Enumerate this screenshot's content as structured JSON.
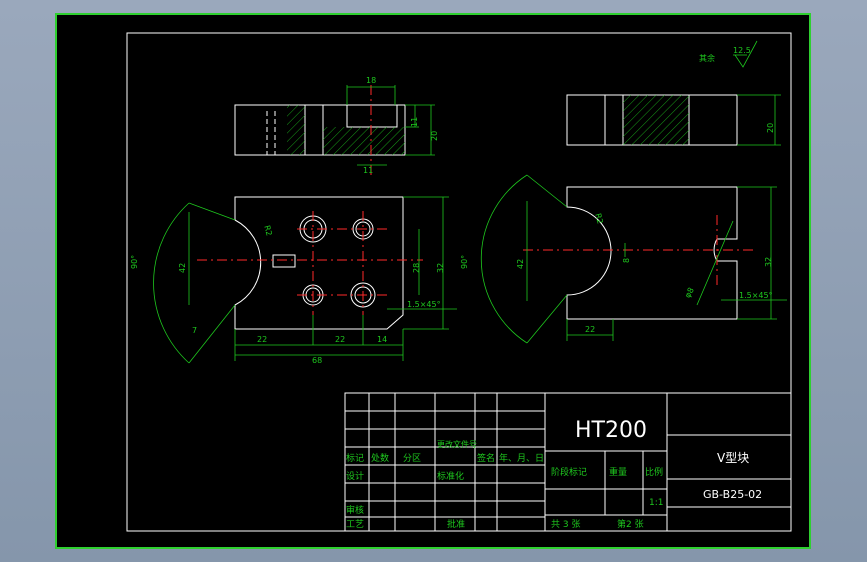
{
  "title_block": {
    "material": "HT200",
    "part_name": "V型块",
    "drawing_number": "GB-B25-02",
    "scale": "1:1",
    "sheets_total": "共 3 张",
    "sheet_number": "第2 张",
    "labels": {
      "mark": "标记",
      "count": "处数",
      "zone": "分区",
      "change_doc": "更改文件号",
      "signature": "签名",
      "date": "年、月、日",
      "design": "设计",
      "standardization": "标准化",
      "stage_mark": "阶段标记",
      "weight": "重量",
      "ratio": "比例",
      "review": "审核",
      "process": "工艺",
      "approve": "批准"
    }
  },
  "roughness": {
    "label": "其余",
    "value": "12.5"
  },
  "dimensions": {
    "top_view_width": "18",
    "top_view_inner": "11",
    "top_view_height": "20",
    "top_view_bottom": "11",
    "right_top_height": "20",
    "front_r": "R2",
    "front_height": "42",
    "front_28": "28",
    "front_32": "32",
    "front_chamfer": "1.5×45°",
    "front_angle": "90°",
    "front_22a": "22",
    "front_22b": "22",
    "front_14": "14",
    "front_68": "68",
    "front_7": "7",
    "side_r": "R2",
    "side_height": "42",
    "side_8": "8",
    "side_32": "32",
    "side_chamfer": "1.5×45°",
    "side_angle": "90°",
    "side_22": "22",
    "side_phi": "φ8"
  }
}
